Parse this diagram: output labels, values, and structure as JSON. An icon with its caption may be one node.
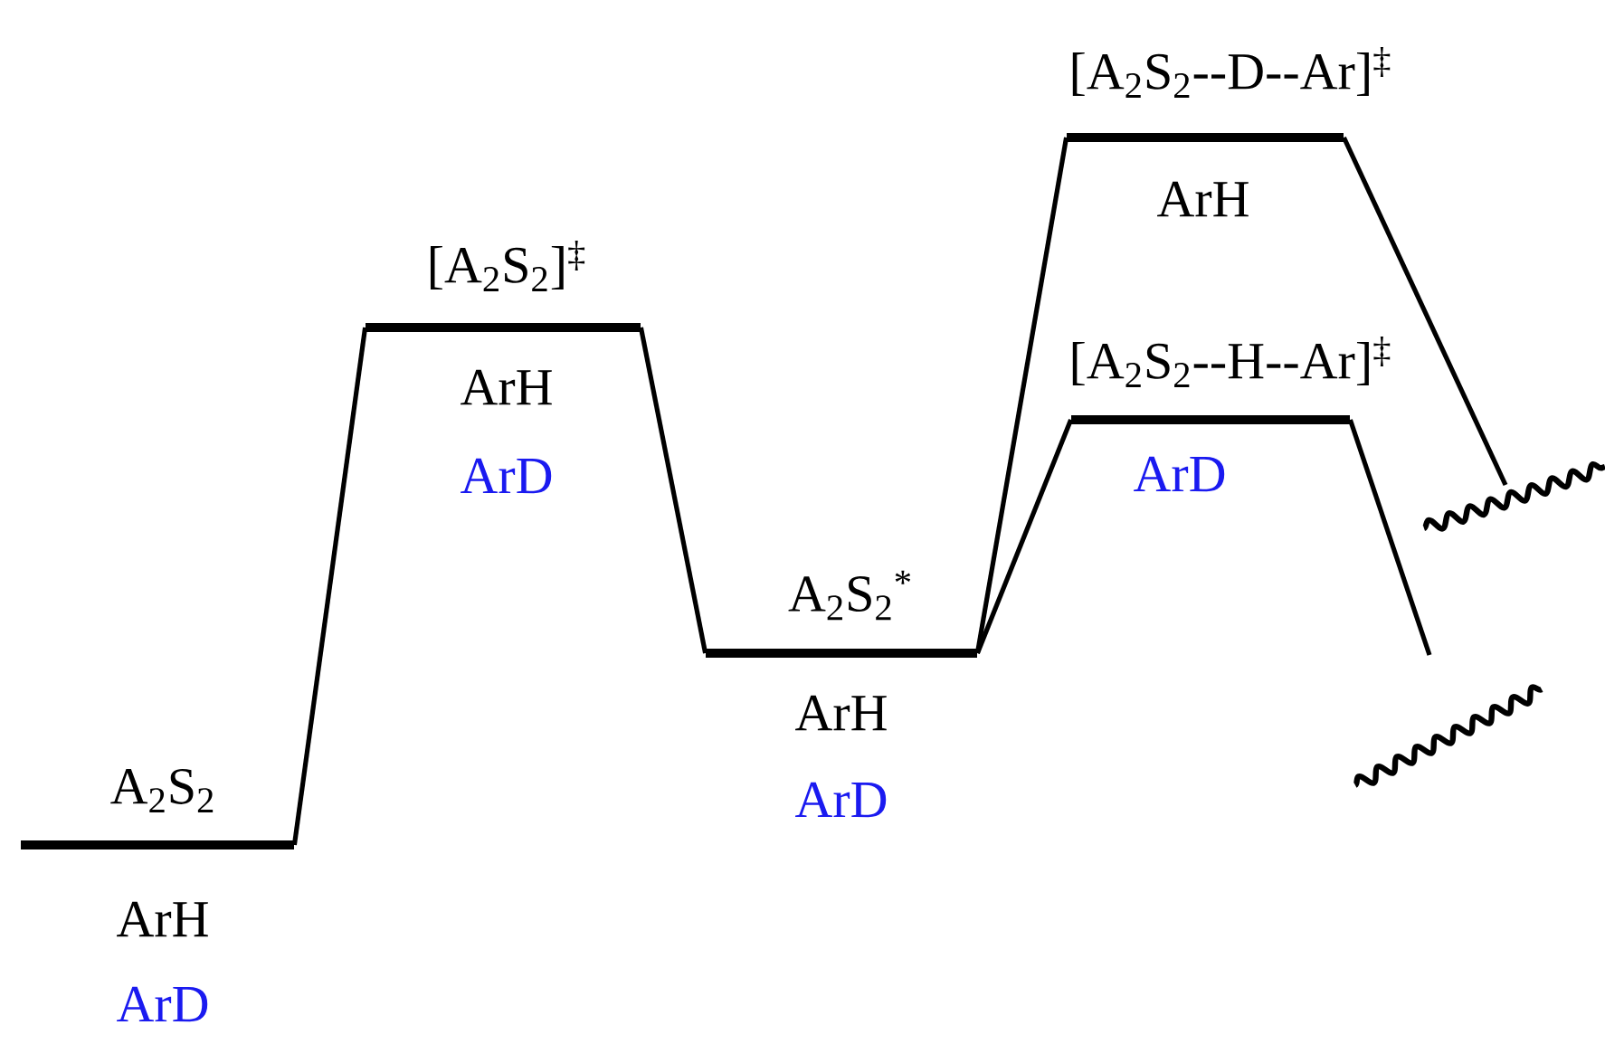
{
  "diagram": {
    "nodes": [
      {
        "text": [
          "A$_{2}$S$_{2}$",
          "ArH",
          "ArD"
        ]
      },
      {
        "text": [
          "[A$_{2}$S$_{2}$]$^{‡}$",
          "ArH",
          "ArD"
        ]
      },
      {
        "text": [
          "A$_{2}$S$_{2}$$^{*}$",
          "ArH",
          "ArD"
        ]
      },
      {
        "text": [
          "[A$_{2}$S$_{2}$--H--Ar]$^{‡}$",
          "ArD"
        ]
      },
      {
        "text": [
          "[A$_{2}$S$_{2}$--D--Ar]$^{‡}$",
          "ArH"
        ]
      },
      {
        "text": [],
        "shape": "squiggle"
      },
      {
        "text": [],
        "shape": "squiggle"
      }
    ],
    "edges": [
      {
        "from": 0,
        "to": 1,
        "arrow": "none"
      },
      {
        "from": 1,
        "to": 2,
        "arrow": "none"
      },
      {
        "from": 2,
        "to": 3,
        "arrow": "none"
      },
      {
        "from": 2,
        "to": 4,
        "arrow": "none"
      },
      {
        "from": 4,
        "to": 5,
        "arrow": "none"
      },
      {
        "from": 3,
        "to": 6,
        "arrow": "none"
      }
    ]
  }
}
